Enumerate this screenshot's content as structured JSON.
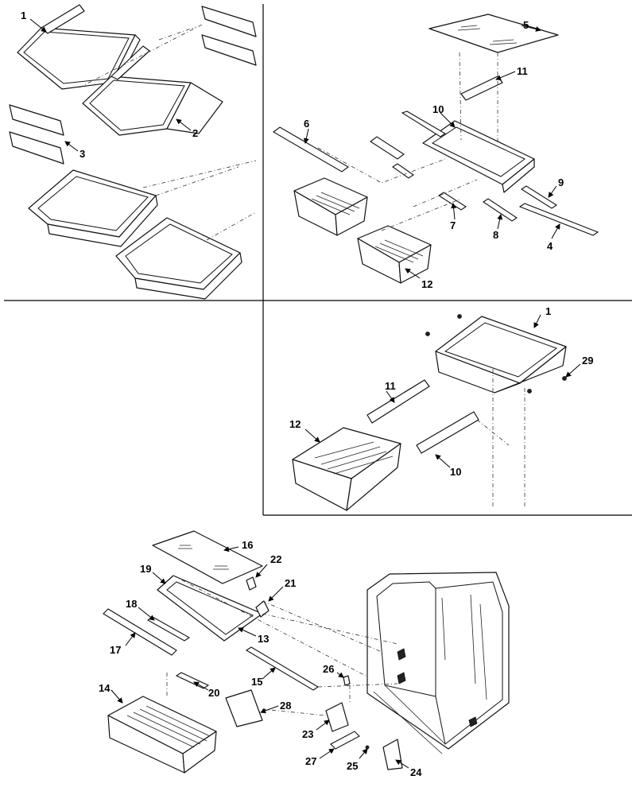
{
  "callouts": {
    "q1": [
      "1",
      "2",
      "3"
    ],
    "q2": [
      "5",
      "11",
      "10",
      "6",
      "9",
      "7",
      "8",
      "4",
      "12"
    ],
    "q4": [
      "1",
      "29",
      "11",
      "12",
      "10"
    ],
    "bottom": [
      "16",
      "22",
      "19",
      "21",
      "18",
      "13",
      "17",
      "15",
      "26",
      "20",
      "14",
      "28",
      "23",
      "25",
      "27",
      "24"
    ]
  }
}
